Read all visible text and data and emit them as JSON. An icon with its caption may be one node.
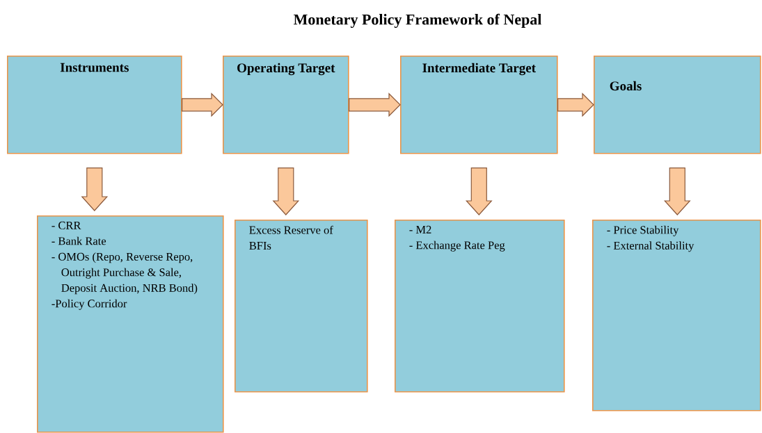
{
  "diagram": {
    "title": "Monetary Policy Framework of Nepal",
    "nodes": [
      {
        "text": [
          "Instruments"
        ]
      },
      {
        "text": [
          "Operating Target"
        ]
      },
      {
        "text": [
          "Intermediate Target"
        ]
      },
      {
        "text": [
          "Goals"
        ]
      },
      {
        "text": [
          "- CRR",
          "- Bank Rate",
          "- OMOs (Repo, Reverse Repo, Outright Purchase & Sale, Deposit Auction, NRB Bond)",
          "-Policy Corridor"
        ]
      },
      {
        "text": [
          "Excess Reserve of BFIs"
        ]
      },
      {
        "text": [
          "- M2",
          "- Exchange Rate Peg"
        ]
      },
      {
        "text": [
          "- Price Stability",
          "- External Stability"
        ]
      }
    ],
    "edges": [
      {
        "from": 0,
        "to": 1,
        "arrow": "to"
      },
      {
        "from": 1,
        "to": 2,
        "arrow": "to"
      },
      {
        "from": 2,
        "to": 3,
        "arrow": "to"
      },
      {
        "from": 0,
        "to": 4,
        "arrow": "to"
      },
      {
        "from": 1,
        "to": 5,
        "arrow": "to"
      },
      {
        "from": 2,
        "to": 6,
        "arrow": "to"
      },
      {
        "from": 3,
        "to": 7,
        "arrow": "to"
      }
    ]
  }
}
